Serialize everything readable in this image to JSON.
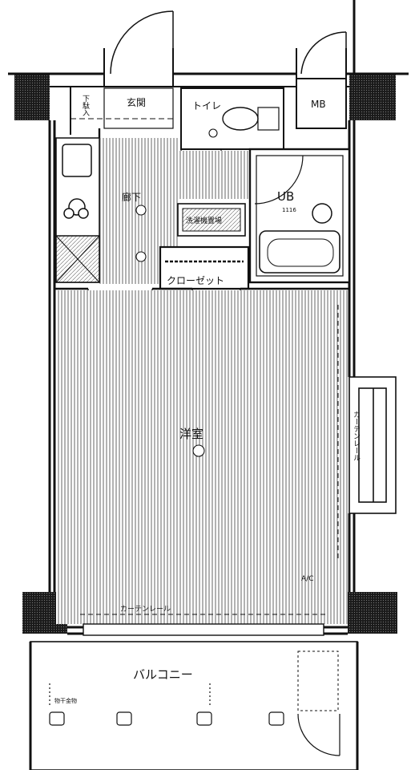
{
  "labels": {
    "genkan": "玄関",
    "toilet": "トイレ",
    "mb": "MB",
    "ub": "UB",
    "ub_size": "1116",
    "rouka": "廊下",
    "sentakuki": "洗濯機置場",
    "closet": "クローゼット",
    "youshitsu": "洋室",
    "curtain_rail_bottom": "カーテンレール",
    "curtain_rail_side": "カーテンレール",
    "balcony": "バルコニー",
    "monohoshi": "物干金物",
    "ac": "A/C",
    "gesuta": "下駄入"
  },
  "icons": {
    "ceiling_light": "light-fixture-icon",
    "bath_symbol": "bath-icon"
  }
}
